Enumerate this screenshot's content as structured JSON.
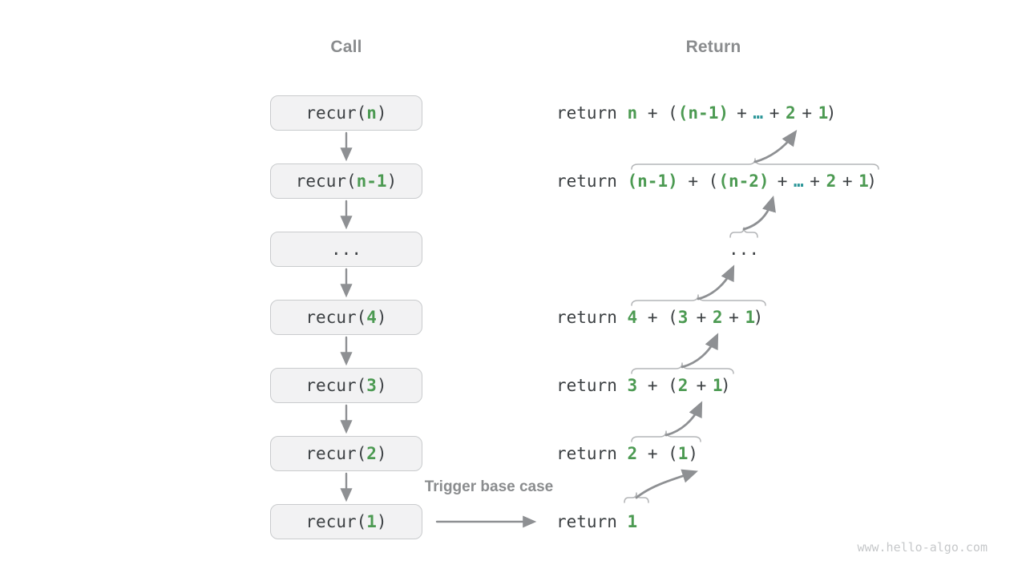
{
  "titles": {
    "call": "Call",
    "return": "Return"
  },
  "trigger_label": "Trigger base case",
  "watermark": "www.hello-algo.com",
  "colors": {
    "green": "#4c9a52",
    "teal": "#2b9698",
    "code": "#3c4043",
    "label": "#8a8c8e",
    "box_fill": "#f2f2f3",
    "box_border": "#c9cbcd",
    "arrow": "#8e9093",
    "brace": "#b4b6b8",
    "watermark": "#c6c8ca"
  },
  "call_column": {
    "boxes": [
      {
        "name": "recur-n",
        "segments": [
          {
            "t": "recur(",
            "c": "dark"
          },
          {
            "t": "n",
            "c": "green"
          },
          {
            "t": ")",
            "c": "dark"
          }
        ]
      },
      {
        "name": "recur-n-1",
        "segments": [
          {
            "t": "recur(",
            "c": "dark"
          },
          {
            "t": "n-1",
            "c": "green"
          },
          {
            "t": ")",
            "c": "dark"
          }
        ]
      },
      {
        "name": "ellipsis",
        "segments": [
          {
            "t": "...",
            "c": "dark"
          }
        ]
      },
      {
        "name": "recur-4",
        "segments": [
          {
            "t": "recur(",
            "c": "dark"
          },
          {
            "t": "4",
            "c": "green"
          },
          {
            "t": ")",
            "c": "dark"
          }
        ]
      },
      {
        "name": "recur-3",
        "segments": [
          {
            "t": "recur(",
            "c": "dark"
          },
          {
            "t": "3",
            "c": "green"
          },
          {
            "t": ")",
            "c": "dark"
          }
        ]
      },
      {
        "name": "recur-2",
        "segments": [
          {
            "t": "recur(",
            "c": "dark"
          },
          {
            "t": "2",
            "c": "green"
          },
          {
            "t": ")",
            "c": "dark"
          }
        ]
      },
      {
        "name": "recur-1",
        "segments": [
          {
            "t": "recur(",
            "c": "dark"
          },
          {
            "t": "1",
            "c": "green"
          },
          {
            "t": ")",
            "c": "dark"
          }
        ]
      }
    ]
  },
  "return_column": {
    "rows": [
      {
        "name": "return-n",
        "segments": [
          {
            "t": "return ",
            "c": "dark"
          },
          {
            "t": "n",
            "c": "green"
          },
          {
            "t": " + ",
            "c": "dark"
          },
          {
            "t": "(",
            "c": "dark"
          },
          {
            "t": "(n-1)",
            "c": "green"
          },
          {
            "t": " + ",
            "c": "dark",
            "tight": true
          },
          {
            "t": "…",
            "c": "teal",
            "tight": true
          },
          {
            "t": " + ",
            "c": "dark",
            "tight": true
          },
          {
            "t": "2",
            "c": "green",
            "tight": true
          },
          {
            "t": " + ",
            "c": "dark",
            "tight": true
          },
          {
            "t": "1",
            "c": "green",
            "tight": true
          },
          {
            "t": ")",
            "c": "dark"
          }
        ]
      },
      {
        "name": "return-n-1",
        "segments": [
          {
            "t": "return ",
            "c": "dark"
          },
          {
            "t": "(n-1)",
            "c": "green"
          },
          {
            "t": " + ",
            "c": "dark"
          },
          {
            "t": "(",
            "c": "dark"
          },
          {
            "t": "(n-2)",
            "c": "green"
          },
          {
            "t": " + ",
            "c": "dark",
            "tight": true
          },
          {
            "t": "…",
            "c": "teal",
            "tight": true
          },
          {
            "t": " + ",
            "c": "dark",
            "tight": true
          },
          {
            "t": "2",
            "c": "green",
            "tight": true
          },
          {
            "t": " + ",
            "c": "dark",
            "tight": true
          },
          {
            "t": "1",
            "c": "green",
            "tight": true
          },
          {
            "t": ")",
            "c": "dark"
          }
        ]
      },
      {
        "name": "return-ellipsis",
        "segments": [
          {
            "t": "...",
            "c": "dark"
          }
        ]
      },
      {
        "name": "return-4",
        "segments": [
          {
            "t": "return ",
            "c": "dark"
          },
          {
            "t": "4",
            "c": "green"
          },
          {
            "t": " + ",
            "c": "dark"
          },
          {
            "t": "(",
            "c": "dark"
          },
          {
            "t": "3",
            "c": "green"
          },
          {
            "t": " + ",
            "c": "dark",
            "tight": true
          },
          {
            "t": "2",
            "c": "green",
            "tight": true
          },
          {
            "t": " + ",
            "c": "dark",
            "tight": true
          },
          {
            "t": "1",
            "c": "green",
            "tight": true
          },
          {
            "t": ")",
            "c": "dark"
          }
        ]
      },
      {
        "name": "return-3",
        "segments": [
          {
            "t": "return ",
            "c": "dark"
          },
          {
            "t": "3",
            "c": "green"
          },
          {
            "t": " + ",
            "c": "dark"
          },
          {
            "t": "(",
            "c": "dark"
          },
          {
            "t": "2",
            "c": "green"
          },
          {
            "t": " + ",
            "c": "dark",
            "tight": true
          },
          {
            "t": "1",
            "c": "green",
            "tight": true
          },
          {
            "t": ")",
            "c": "dark"
          }
        ]
      },
      {
        "name": "return-2",
        "segments": [
          {
            "t": "return ",
            "c": "dark"
          },
          {
            "t": "2",
            "c": "green"
          },
          {
            "t": " + ",
            "c": "dark"
          },
          {
            "t": "(",
            "c": "dark"
          },
          {
            "t": "1",
            "c": "green"
          },
          {
            "t": ")",
            "c": "dark"
          }
        ]
      },
      {
        "name": "return-1",
        "segments": [
          {
            "t": "return ",
            "c": "dark"
          },
          {
            "t": "1",
            "c": "green"
          }
        ]
      }
    ]
  }
}
